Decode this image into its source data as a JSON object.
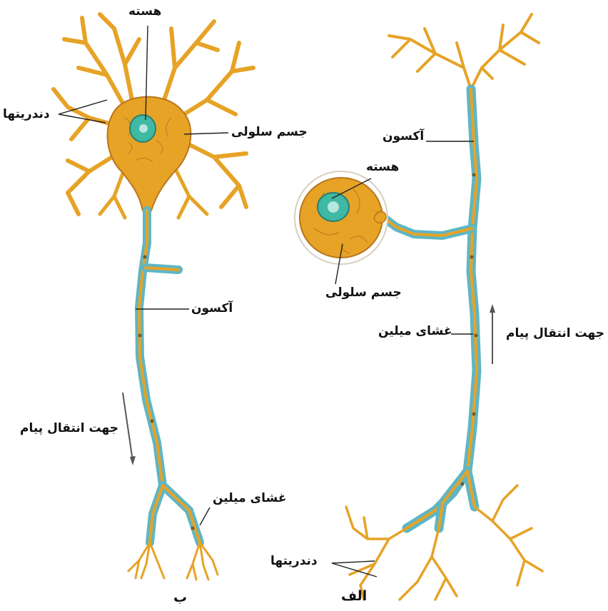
{
  "neuron_b": {
    "nucleus": "هسته",
    "dendrites": "دندریتها",
    "cell_body": "جسم سلولی",
    "axon": "آکسون",
    "direction": "جهت انتقال پیام",
    "myelin": "غشای میلین",
    "caption": "ب"
  },
  "neuron_alef": {
    "axon": "آکسون",
    "nucleus": "هسته",
    "cell_body": "جسم سلولی",
    "direction": "جهت انتقال پیام",
    "myelin": "غشای میلین",
    "dendrites": "دندریتها",
    "caption": "الف"
  },
  "colors": {
    "neuron_fill": "#e6a326",
    "neuron_outline": "#b9761a",
    "myelin": "#5fb6c4",
    "nucleus": "#3fb8a4",
    "label_line": "#222222"
  }
}
